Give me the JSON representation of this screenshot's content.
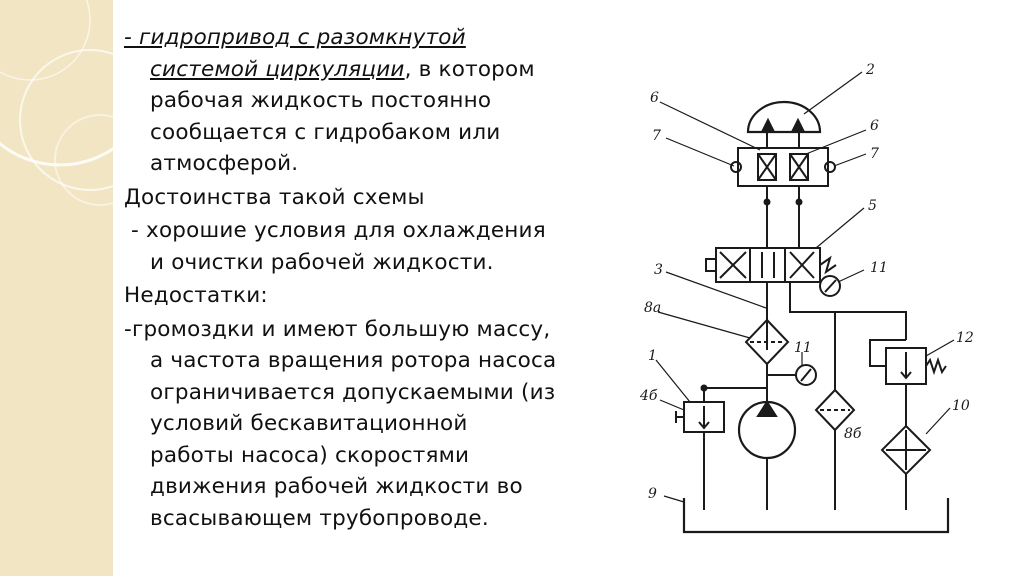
{
  "lines": [
    {
      "a": "- гидропривод с разомкнутой",
      "b": ""
    },
    {
      "a": "системой циркуляции",
      "b": ", в котором"
    },
    {
      "a": "рабочая жидкость постоянно"
    },
    {
      "a": "сообщается с гидробаком или"
    },
    {
      "a": "атмосферой."
    },
    {
      "a": "Достоинства такой схемы"
    },
    {
      "a": " - хорошие условия для охлаждения"
    },
    {
      "a": "и очистки рабочей жидкости."
    },
    {
      "a": "Недостатки:"
    },
    {
      "a": "-громоздки и имеют большую массу,"
    },
    {
      "a": "а частота вращения ротора насоса"
    },
    {
      "a": "ограничивается допускаемыми (из"
    },
    {
      "a": "условий бескавитационной"
    },
    {
      "a": "работы насоса) скоростями"
    },
    {
      "a": "движения рабочей жидкости во"
    },
    {
      "a": "всасывающем трубопроводе."
    }
  ],
  "diagram_labels": {
    "l2": "2",
    "l6a": "6",
    "l6b": "6",
    "l7a": "7",
    "l7b": "7",
    "l5": "5",
    "l3": "3",
    "l11a": "11",
    "l8a": "8а",
    "l12": "12",
    "l1": "1",
    "l11b": "11",
    "l4b": "4б",
    "l8b": "8б",
    "l10": "10",
    "l9": "9"
  },
  "colors": {
    "panel": "#f1e5c3",
    "text": "#111111",
    "diagram": "#1a1a1a"
  }
}
